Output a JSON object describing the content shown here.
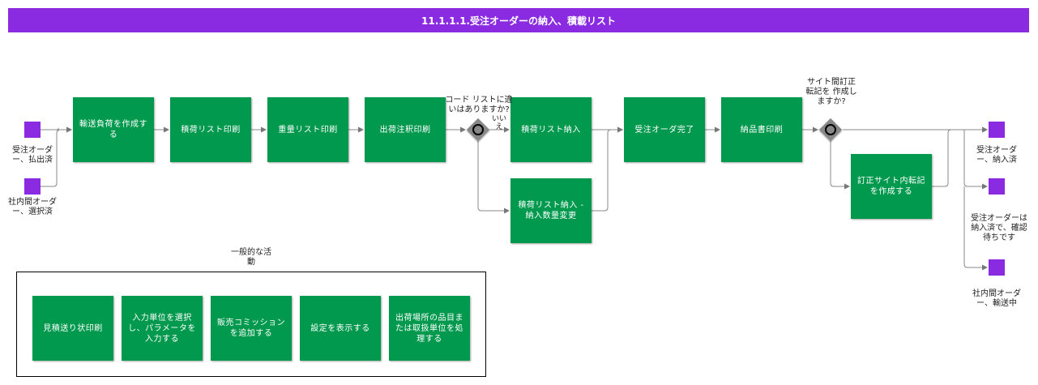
{
  "title": "11.1.1.1.受注オーダーの納入、積載リスト",
  "events": {
    "start1": "受注オーダー、払出済",
    "start2": "社内間オーダー、選択済",
    "end1": "受注オーダー、納入済",
    "end2": "受注オーダーは納入済で、確認待ちです",
    "end3": "社内間オーダー、輸送中"
  },
  "tasks": {
    "t1": "輸送負荷を作成する",
    "t2": "積荷リスト印刷",
    "t3": "重量リスト印刷",
    "t4": "出荷注釈印刷",
    "t5": "積荷リスト納入",
    "t6": "積荷リスト納入 - 納入数量変更",
    "t7": "受注オーダ完了",
    "t8": "納品書印刷",
    "t9": "訂正サイト内転記を作成する"
  },
  "gateways": {
    "g1_question": "コード リストに違いはありますか?",
    "g1_no": "いいえ",
    "g2_question": "サイト間訂正転記を 作成しますか?"
  },
  "group": {
    "label": "一般的な活動",
    "items": [
      "見積送り状印刷",
      "入力単位を選択し、パラメータを入力する",
      "販売コミッションを追加する",
      "設定を表示する",
      "出荷場所の品目または取扱単位を処理する"
    ]
  }
}
